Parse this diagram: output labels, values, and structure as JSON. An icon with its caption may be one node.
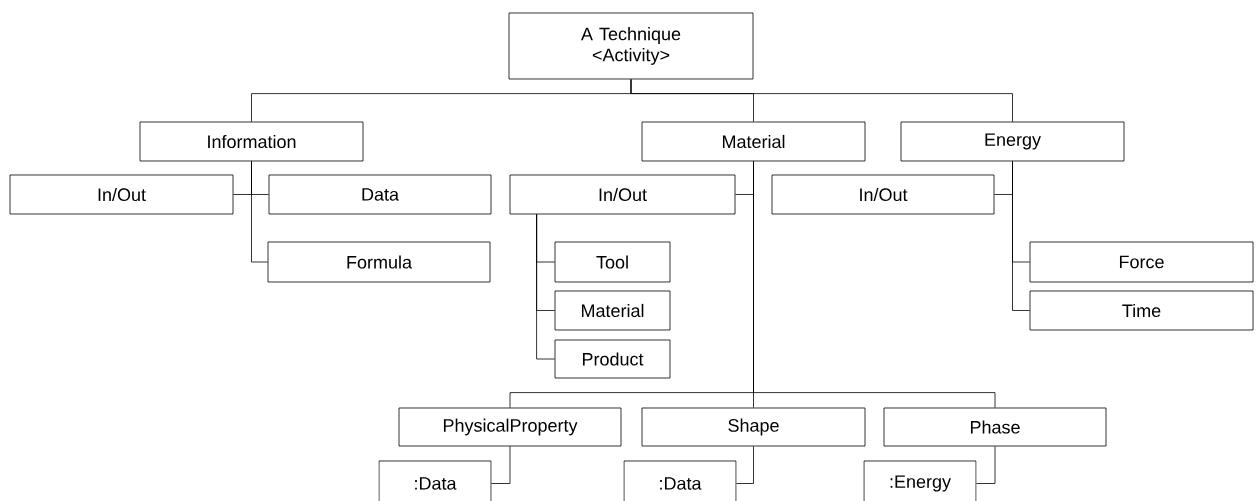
{
  "diagram": {
    "nodes": [
      {
        "text": [
          "A Technique <Activity>"
        ]
      },
      {
        "text": [
          "Information"
        ]
      },
      {
        "text": [
          "Material"
        ]
      },
      {
        "text": [
          "Energy"
        ]
      },
      {
        "text": [
          "In/Out"
        ]
      },
      {
        "text": [
          "Data"
        ]
      },
      {
        "text": [
          "Formula"
        ]
      },
      {
        "text": [
          "In/Out"
        ]
      },
      {
        "text": [
          "Tool"
        ]
      },
      {
        "text": [
          "Material"
        ]
      },
      {
        "text": [
          "Product"
        ]
      },
      {
        "text": [
          "PhysicalProperty"
        ]
      },
      {
        "text": [
          "Shape"
        ]
      },
      {
        "text": [
          "Phase"
        ]
      },
      {
        "text": [
          ":Data"
        ]
      },
      {
        "text": [
          ":Data"
        ]
      },
      {
        "text": [
          ":Energy"
        ]
      },
      {
        "text": [
          "In/Out"
        ]
      },
      {
        "text": [
          "Force"
        ]
      },
      {
        "text": [
          "Time"
        ]
      }
    ],
    "edges": [
      {
        "from": 0,
        "to": 1,
        "arrow": "none"
      },
      {
        "from": 0,
        "to": 2,
        "arrow": "none"
      },
      {
        "from": 0,
        "to": 3,
        "arrow": "none"
      },
      {
        "from": 1,
        "to": 4,
        "arrow": "none"
      },
      {
        "from": 1,
        "to": 5,
        "arrow": "none"
      },
      {
        "from": 1,
        "to": 6,
        "arrow": "none"
      },
      {
        "from": 2,
        "to": 7,
        "arrow": "none"
      },
      {
        "from": 7,
        "to": 8,
        "arrow": "none"
      },
      {
        "from": 7,
        "to": 9,
        "arrow": "none"
      },
      {
        "from": 7,
        "to": 10,
        "arrow": "none"
      },
      {
        "from": 2,
        "to": 11,
        "arrow": "none"
      },
      {
        "from": 2,
        "to": 12,
        "arrow": "none"
      },
      {
        "from": 2,
        "to": 13,
        "arrow": "none"
      },
      {
        "from": 11,
        "to": 14,
        "arrow": "none"
      },
      {
        "from": 12,
        "to": 15,
        "arrow": "none"
      },
      {
        "from": 13,
        "to": 16,
        "arrow": "none"
      },
      {
        "from": 3,
        "to": 17,
        "arrow": "none"
      },
      {
        "from": 3,
        "to": 18,
        "arrow": "none"
      },
      {
        "from": 3,
        "to": 19,
        "arrow": "none"
      }
    ]
  }
}
